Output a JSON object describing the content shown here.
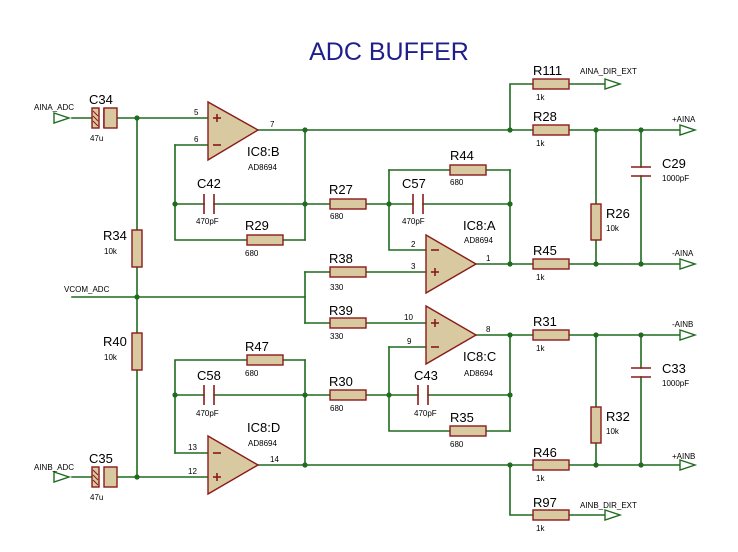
{
  "title": "ADC BUFFER",
  "colors": {
    "wire": "#1f6b1f",
    "component": "#8b1a1a",
    "fill": "#d8c9a0",
    "title": "#1f1f8c"
  },
  "nets": {
    "aina_adc": "AINA_ADC",
    "vcom_adc": "VCOM_ADC",
    "ainb_adc": "AINB_ADC",
    "aina_dir_ext": "AINA_DIR_EXT",
    "ainb_dir_ext": "AINB_DIR_EXT",
    "plus_aina": "+AINA",
    "minus_aina": "-AINA",
    "minus_ainb": "-AINB",
    "plus_ainb": "+AINB"
  },
  "components": {
    "c34": {
      "ref": "C34",
      "value": "47u"
    },
    "c35": {
      "ref": "C35",
      "value": "47u"
    },
    "r34": {
      "ref": "R34",
      "value": "10k"
    },
    "r40": {
      "ref": "R40",
      "value": "10k"
    },
    "c42": {
      "ref": "C42",
      "value": "470pF"
    },
    "r29": {
      "ref": "R29",
      "value": "680"
    },
    "c58": {
      "ref": "C58",
      "value": "470pF"
    },
    "r47": {
      "ref": "R47",
      "value": "680"
    },
    "r27": {
      "ref": "R27",
      "value": "680"
    },
    "r38": {
      "ref": "R38",
      "value": "330"
    },
    "r39": {
      "ref": "R39",
      "value": "330"
    },
    "r30": {
      "ref": "R30",
      "value": "680"
    },
    "r44": {
      "ref": "R44",
      "value": "680"
    },
    "c57": {
      "ref": "C57",
      "value": "470pF"
    },
    "c43": {
      "ref": "C43",
      "value": "470pF"
    },
    "r35": {
      "ref": "R35",
      "value": "680"
    },
    "r111": {
      "ref": "R111",
      "value": "1k"
    },
    "r28": {
      "ref": "R28",
      "value": "1k"
    },
    "r45": {
      "ref": "R45",
      "value": "1k"
    },
    "r31": {
      "ref": "R31",
      "value": "1k"
    },
    "r46": {
      "ref": "R46",
      "value": "1k"
    },
    "r97": {
      "ref": "R97",
      "value": "1k"
    },
    "r26": {
      "ref": "R26",
      "value": "10k"
    },
    "r32": {
      "ref": "R32",
      "value": "10k"
    },
    "c29": {
      "ref": "C29",
      "value": "1000pF"
    },
    "c33": {
      "ref": "C33",
      "value": "1000pF"
    }
  },
  "opamps": {
    "ic8b": {
      "ref": "IC8:B",
      "part": "AD8694",
      "pin_plus": "5",
      "pin_minus": "6",
      "pin_out": "7"
    },
    "ic8a": {
      "ref": "IC8:A",
      "part": "AD8694",
      "pin_minus": "2",
      "pin_plus": "3",
      "pin_out": "1"
    },
    "ic8c": {
      "ref": "IC8:C",
      "part": "AD8694",
      "pin_plus": "10",
      "pin_minus": "9",
      "pin_out": "8"
    },
    "ic8d": {
      "ref": "IC8:D",
      "part": "AD8694",
      "pin_minus": "13",
      "pin_plus": "12",
      "pin_out": "14"
    }
  },
  "signs": {
    "plus": "+",
    "minus": "−"
  }
}
